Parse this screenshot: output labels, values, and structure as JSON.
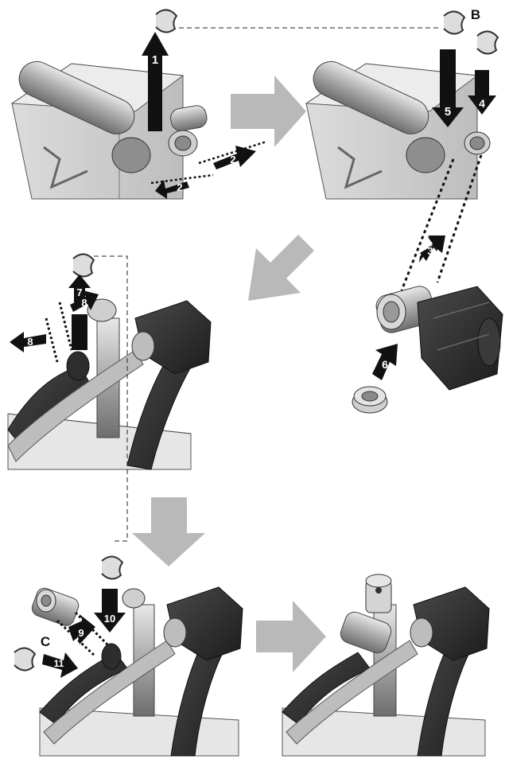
{
  "steps": {
    "s1": "1",
    "s2a": "2",
    "s2b": "2",
    "s3": "3",
    "s4": "4",
    "s5": "5",
    "s6": "6",
    "s7": "7",
    "s8a": "8",
    "s8b": "8",
    "s9": "9",
    "s10": "10",
    "s11": "11"
  },
  "callouts": {
    "b": "B",
    "c": "C"
  },
  "colors": {
    "flow_arrow": "#b9b9b9",
    "step_arrow": "#111111",
    "part_dark": "#2a2a2a",
    "part_mid": "#9a9a9a",
    "part_light": "#d6d6d6"
  }
}
